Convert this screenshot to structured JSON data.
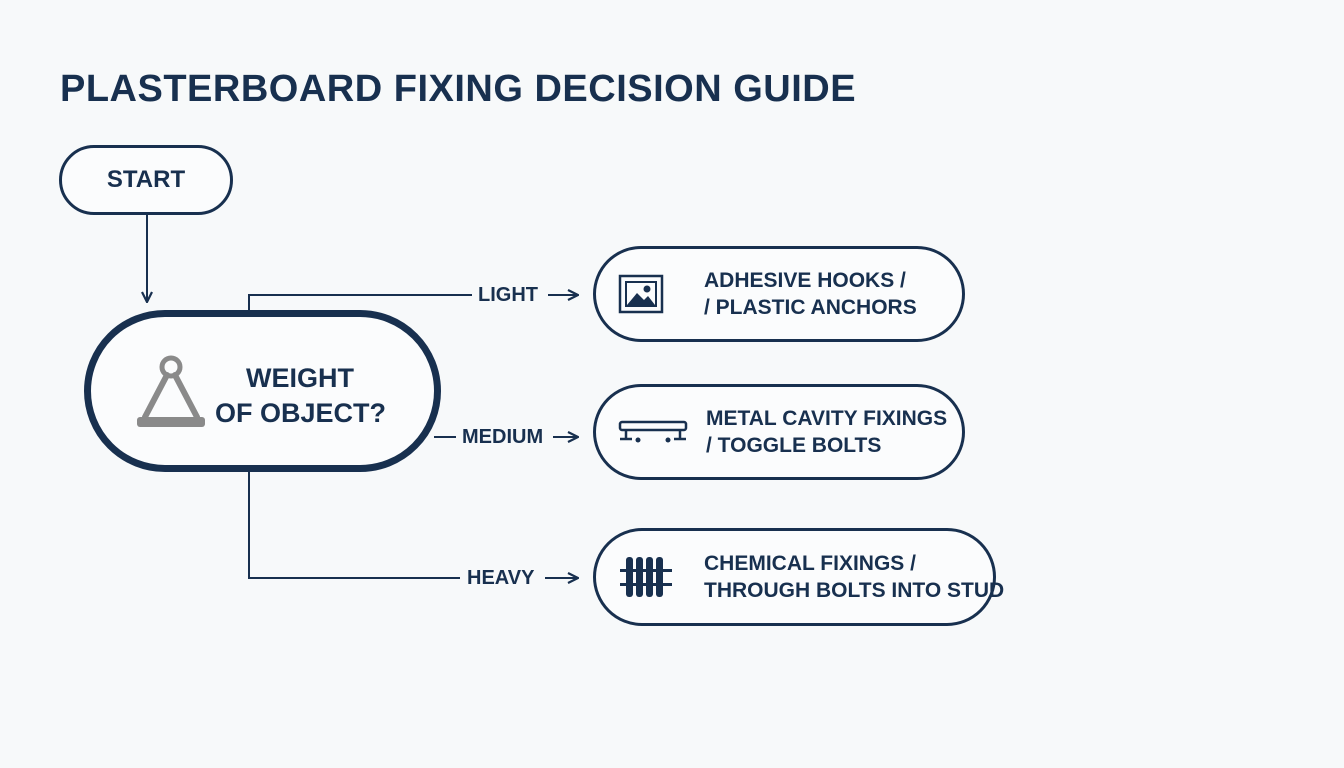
{
  "title": "PLASTERBOARD FIXING DECISION GUIDE",
  "start": {
    "label": "START"
  },
  "decision": {
    "icon": "weight-icon",
    "line1": "WEIGHT",
    "line2": "OF OBJECT?"
  },
  "branches": [
    {
      "label": "LIGHT",
      "icon": "picture-frame-icon",
      "result_line1": "ADHESIVE HOOKS /",
      "result_line2": "/ PLASTIC ANCHORS"
    },
    {
      "label": "MEDIUM",
      "icon": "shelf-icon",
      "result_line1": "METAL CAVITY FIXINGS",
      "result_line2": "/ TOGGLE BOLTS"
    },
    {
      "label": "HEAVY",
      "icon": "radiator-icon",
      "result_line1": "CHEMICAL FIXINGS /",
      "result_line2": "THROUGH BOLTS INTO STUD"
    }
  ],
  "colors": {
    "primary": "#18304f",
    "icon_gray": "#8a8a8a",
    "background": "#f7f9fa"
  }
}
